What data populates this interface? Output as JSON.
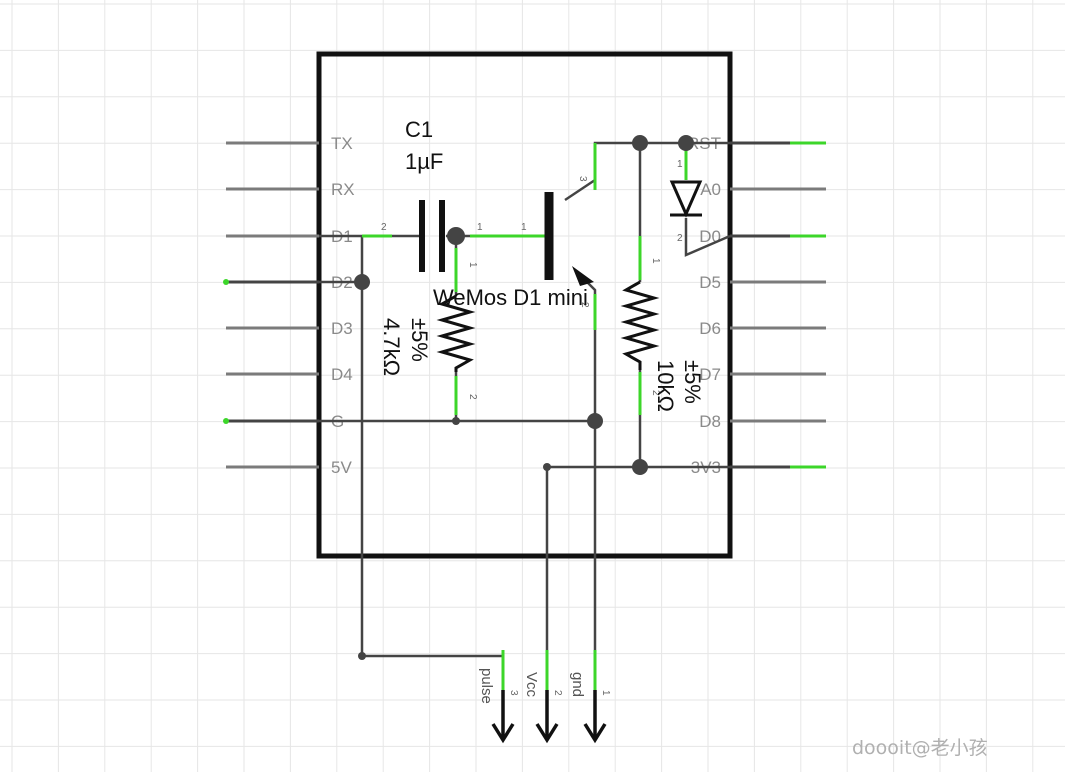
{
  "colors": {
    "grid": "#e6e6e6",
    "pin": "#7b7b7b",
    "wire": "#444444",
    "green": "#3cd62a",
    "board": "#111111",
    "label": "#8a8a8a"
  },
  "board": {
    "name": "WeMos D1 mini",
    "left_pins": [
      "TX",
      "RX",
      "D1",
      "D2",
      "D3",
      "D4",
      "G",
      "5V"
    ],
    "right_pins": [
      "RST",
      "A0",
      "D0",
      "D5",
      "D6",
      "D7",
      "D8",
      "3V3"
    ]
  },
  "capacitor": {
    "name": "C1",
    "value": "1µF",
    "pin_a": "2",
    "pin_b": "1"
  },
  "resistor1": {
    "tolerance": "±5%",
    "value": "4.7kΩ",
    "pin_a": "1",
    "pin_b": "2"
  },
  "resistor2": {
    "tolerance": "±5%",
    "value": "10kΩ",
    "pin_a": "1",
    "pin_b": "2"
  },
  "transistor": {
    "pin_b": "1",
    "pin_c": "3",
    "pin_e": "2"
  },
  "diode": {
    "pin_a": "1",
    "pin_k": "2"
  },
  "connectors": [
    {
      "label": "pulse",
      "pin": "3"
    },
    {
      "label": "Vcc",
      "pin": "2"
    },
    {
      "label": "gnd",
      "pin": "1"
    }
  ],
  "watermark": "doooit@老小孩"
}
